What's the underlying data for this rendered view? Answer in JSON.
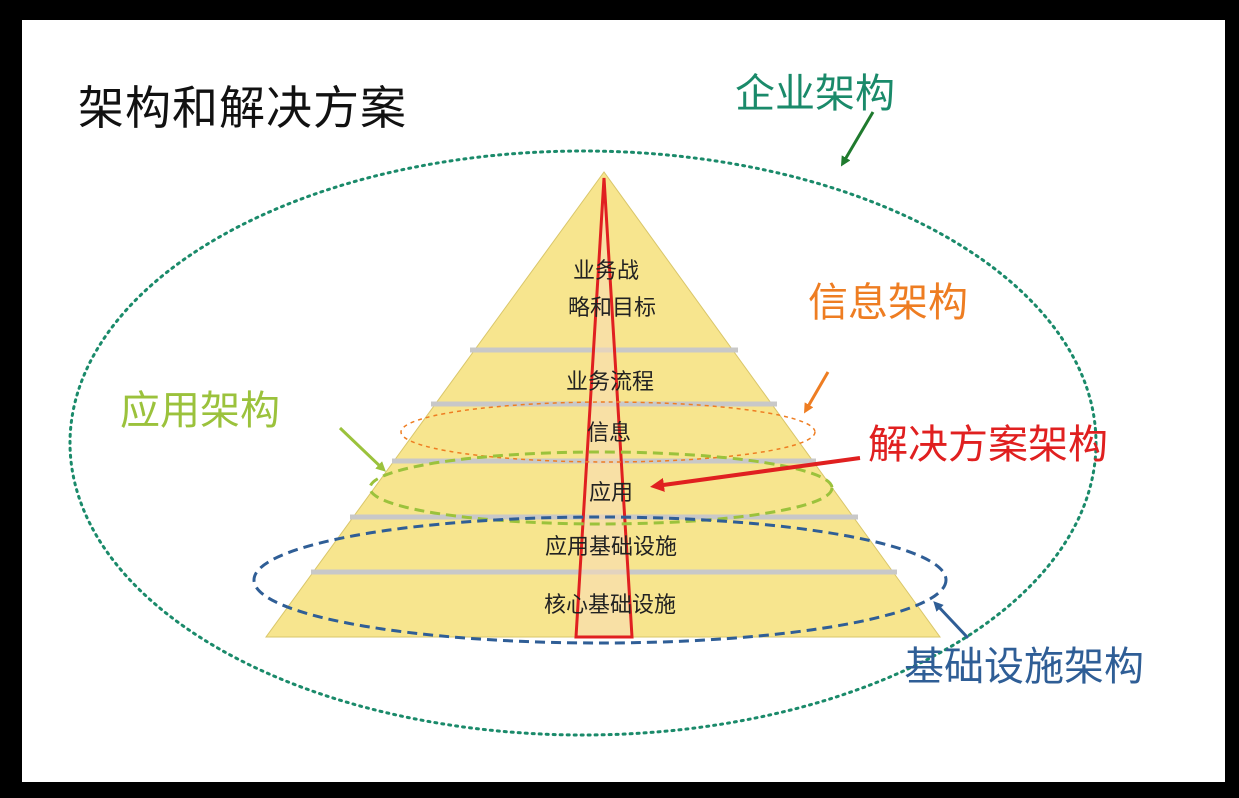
{
  "slide": {
    "title": "架构和解决方案"
  },
  "pyramid": {
    "tiers": [
      {
        "lines": [
          "业务战",
          "略和目标"
        ]
      },
      {
        "lines": [
          "业务流程"
        ]
      },
      {
        "lines": [
          "信息"
        ]
      },
      {
        "lines": [
          "应用"
        ]
      },
      {
        "lines": [
          "应用基础设施"
        ]
      },
      {
        "lines": [
          "核心基础设施"
        ]
      }
    ]
  },
  "callouts": {
    "enterprise": "企业架构",
    "information": "信息架构",
    "application": "应用架构",
    "solution": "解决方案架构",
    "infrastructure": "基础设施架构"
  },
  "colors": {
    "enterprise": "#1a8a6a",
    "information": "#ee7d22",
    "application": "#9bc23c",
    "solution": "#e02020",
    "infrastructure": "#2f5e96",
    "pyramid_fill": "#f7e58e",
    "tier_divider": "#c8c8c8"
  }
}
